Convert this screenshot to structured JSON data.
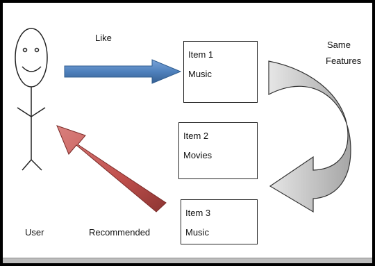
{
  "labels": {
    "like": "Like",
    "same": "Same",
    "features": "Features",
    "user": "User",
    "recommended": "Recommended"
  },
  "items": [
    {
      "title": "Item 1",
      "category": "Music"
    },
    {
      "title": "Item 2",
      "category": "Movies"
    },
    {
      "title": "Item 3",
      "category": "Music"
    }
  ],
  "colors": {
    "like_arrow": "#4f81bd",
    "recommended_arrow": "#c0504d",
    "features_arrow": "#bfbfbf"
  }
}
